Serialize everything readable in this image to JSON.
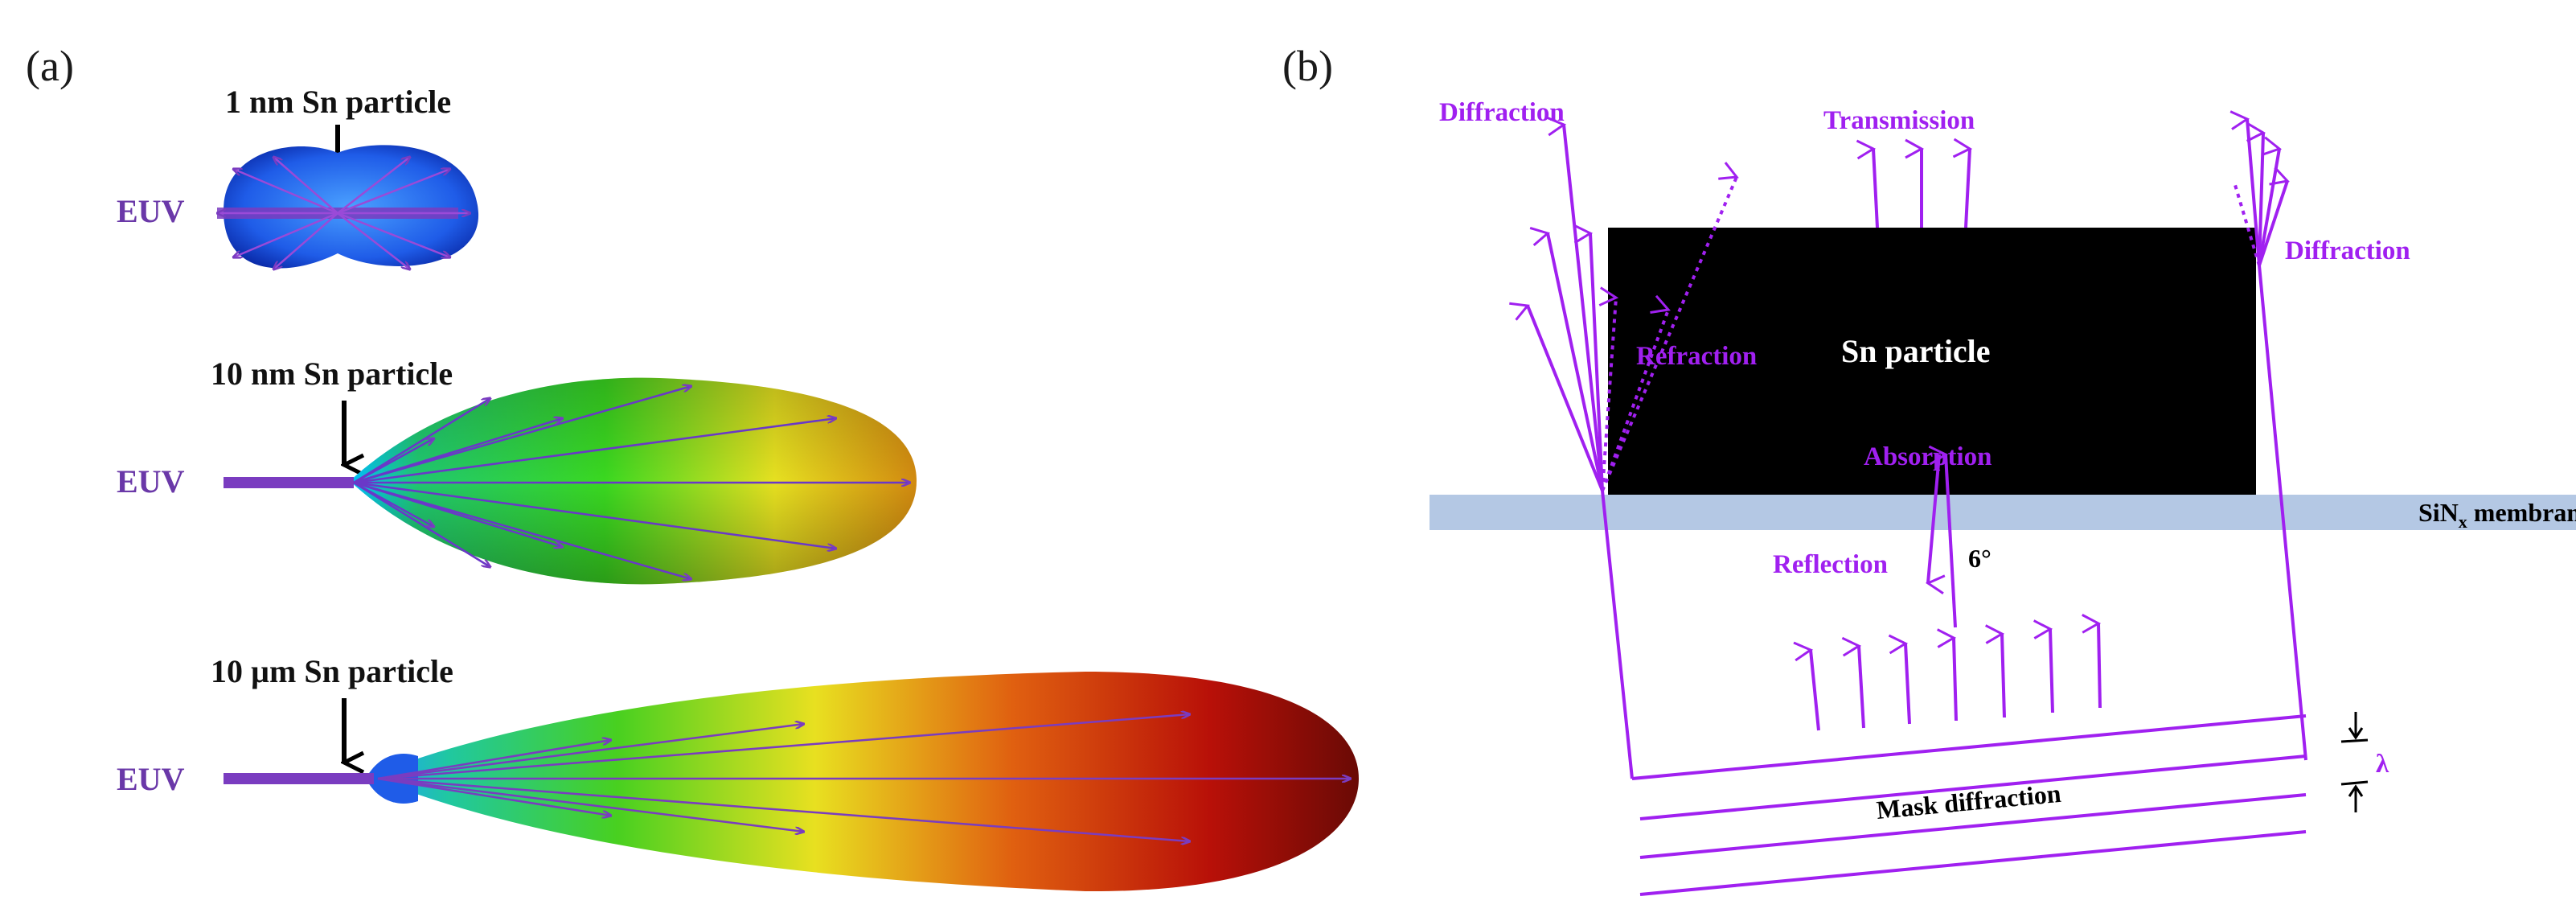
{
  "panel_a": {
    "label": "(a)",
    "euv_label": "EUV",
    "particles": [
      {
        "size_label": "1 nm Sn particle"
      },
      {
        "size_label": "10 nm Sn particle"
      },
      {
        "size_label": "10 µm Sn particle"
      }
    ]
  },
  "panel_b": {
    "label": "(b)",
    "particle_label": "Sn particle",
    "membrane_label_main": "SiN",
    "membrane_label_sub": "x",
    "membrane_label_rest": " membrane",
    "labels": {
      "diffraction_left": "Diffraction",
      "transmission": "Transmission",
      "diffraction_right": "Diffraction",
      "refraction": "Refraction",
      "absorption": "Absorption",
      "reflection": "Reflection",
      "angle": "6°",
      "mask_diffraction": "Mask diffraction",
      "lambda": "λ"
    }
  },
  "colors": {
    "euv_purple": "#6a38a8",
    "ray_purple": "#a020f0",
    "membrane_blue": "#b4c8e4",
    "particle_black": "#000000"
  }
}
